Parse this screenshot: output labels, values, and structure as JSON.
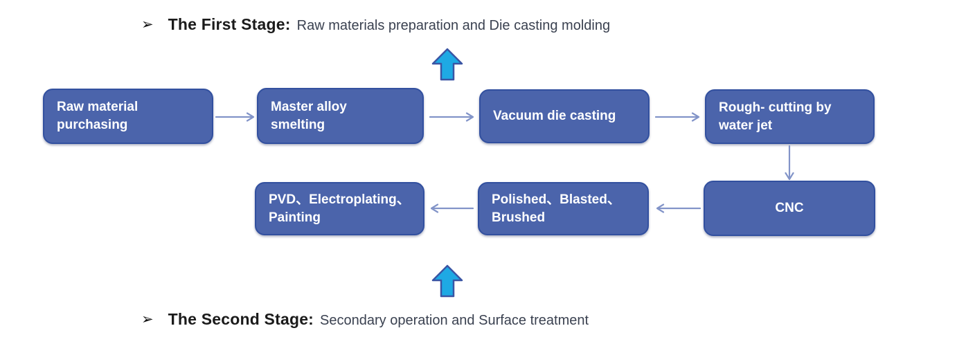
{
  "stage_headers": {
    "first": {
      "bullet": "➢",
      "title": "The First Stage:",
      "subtitle": "Raw materials preparation and Die casting molding"
    },
    "second": {
      "bullet": "➢",
      "title": "The Second Stage:",
      "subtitle": "Secondary operation and Surface treatment"
    }
  },
  "flow": {
    "nodes": {
      "raw_material_purchasing": {
        "label": "Raw material purchasing"
      },
      "master_alloy_smelting": {
        "label": "Master alloy smelting"
      },
      "vacuum_die_casting": {
        "label": "Vacuum die casting"
      },
      "rough_cutting_by_water_jet": {
        "label": "Rough- cutting by water jet"
      },
      "cnc": {
        "label": "CNC"
      },
      "polished_blasted_brushed": {
        "label": "Polished、Blasted、Brushed"
      },
      "pvd_electroplating_painting": {
        "label": "PVD、Electroplating、Painting"
      }
    },
    "connections": [
      {
        "from": "raw_material_purchasing",
        "to": "master_alloy_smelting",
        "direction": "right"
      },
      {
        "from": "master_alloy_smelting",
        "to": "vacuum_die_casting",
        "direction": "right"
      },
      {
        "from": "vacuum_die_casting",
        "to": "rough_cutting_by_water_jet",
        "direction": "right"
      },
      {
        "from": "rough_cutting_by_water_jet",
        "to": "cnc",
        "direction": "down"
      },
      {
        "from": "cnc",
        "to": "polished_blasted_brushed",
        "direction": "left"
      },
      {
        "from": "polished_blasted_brushed",
        "to": "pvd_electroplating_painting",
        "direction": "left"
      }
    ]
  },
  "colors": {
    "node_fill": "#4b64ab",
    "node_border": "#32509f",
    "node_text": "#ffffff",
    "connector": "#8294c8",
    "block_arrow_fill": "#1ea9e4",
    "block_arrow_border": "#3a55a4",
    "heading_text": "#1b1b1b",
    "subtitle_text": "#3a4150",
    "background": "#ffffff"
  }
}
